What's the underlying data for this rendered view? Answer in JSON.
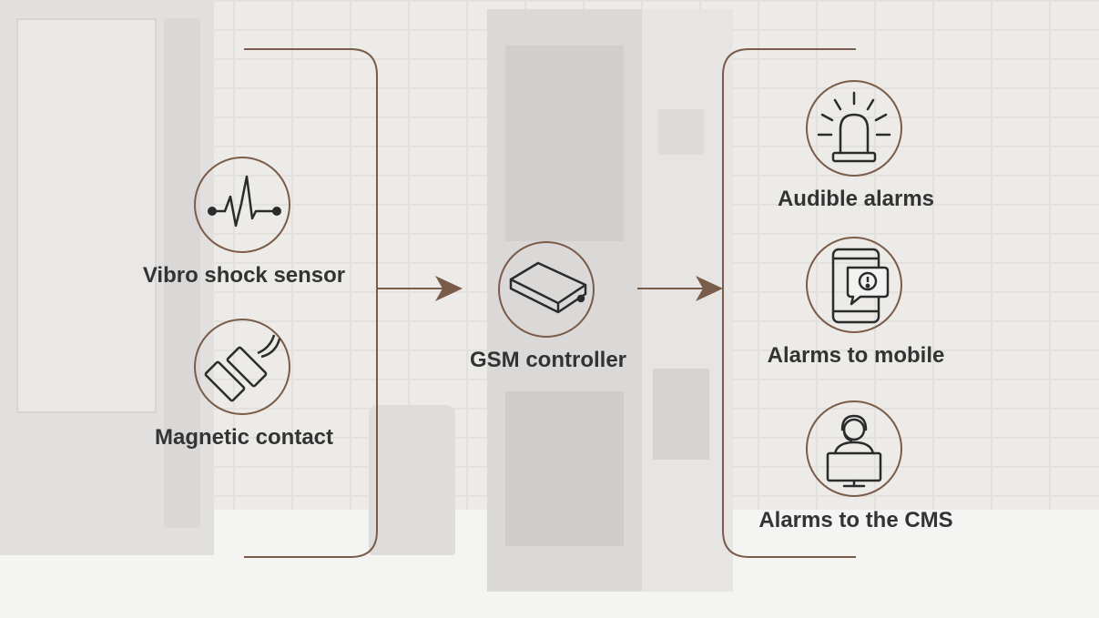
{
  "colors": {
    "accent": "#7a5c4a",
    "text": "#333333",
    "icon": "#2b2b2b"
  },
  "inputs": [
    {
      "label": "Vibro shock sensor",
      "icon": "pulse-icon"
    },
    {
      "label": "Magnetic contact",
      "icon": "magnetic-contact-icon"
    }
  ],
  "controller": {
    "label": "GSM controller",
    "icon": "gsm-device-icon"
  },
  "outputs": [
    {
      "label": "Audible alarms",
      "icon": "siren-icon"
    },
    {
      "label": "Alarms to mobile",
      "icon": "mobile-alert-icon"
    },
    {
      "label": "Alarms to the CMS",
      "icon": "operator-icon"
    }
  ]
}
